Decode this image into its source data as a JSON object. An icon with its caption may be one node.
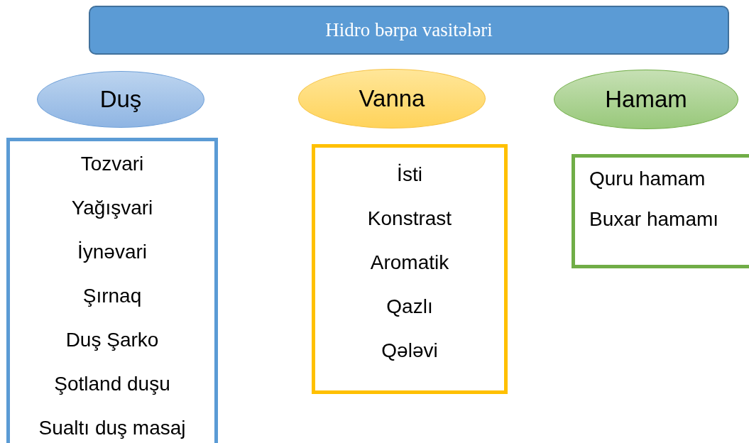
{
  "diagram": {
    "nodes": [
      {
        "text": [
          "Hidro bərpa vasitələri"
        ]
      },
      {
        "text": [
          "Duş"
        ]
      },
      {
        "text": [
          "Vanna"
        ]
      },
      {
        "text": [
          "Hamam"
        ]
      },
      {
        "text": [
          "Tozvari",
          "Yağışvari",
          "İynəvari",
          "Şırnaq",
          "Duş Şarko",
          "Şotland duşu",
          "Sualtı duş masaj"
        ]
      },
      {
        "text": [
          "İsti",
          "Konstrast",
          "Aromatik",
          "Qazlı",
          "Qələvi"
        ]
      },
      {
        "text": [
          "Quru hamam",
          "Buxar hamamı"
        ]
      }
    ]
  }
}
